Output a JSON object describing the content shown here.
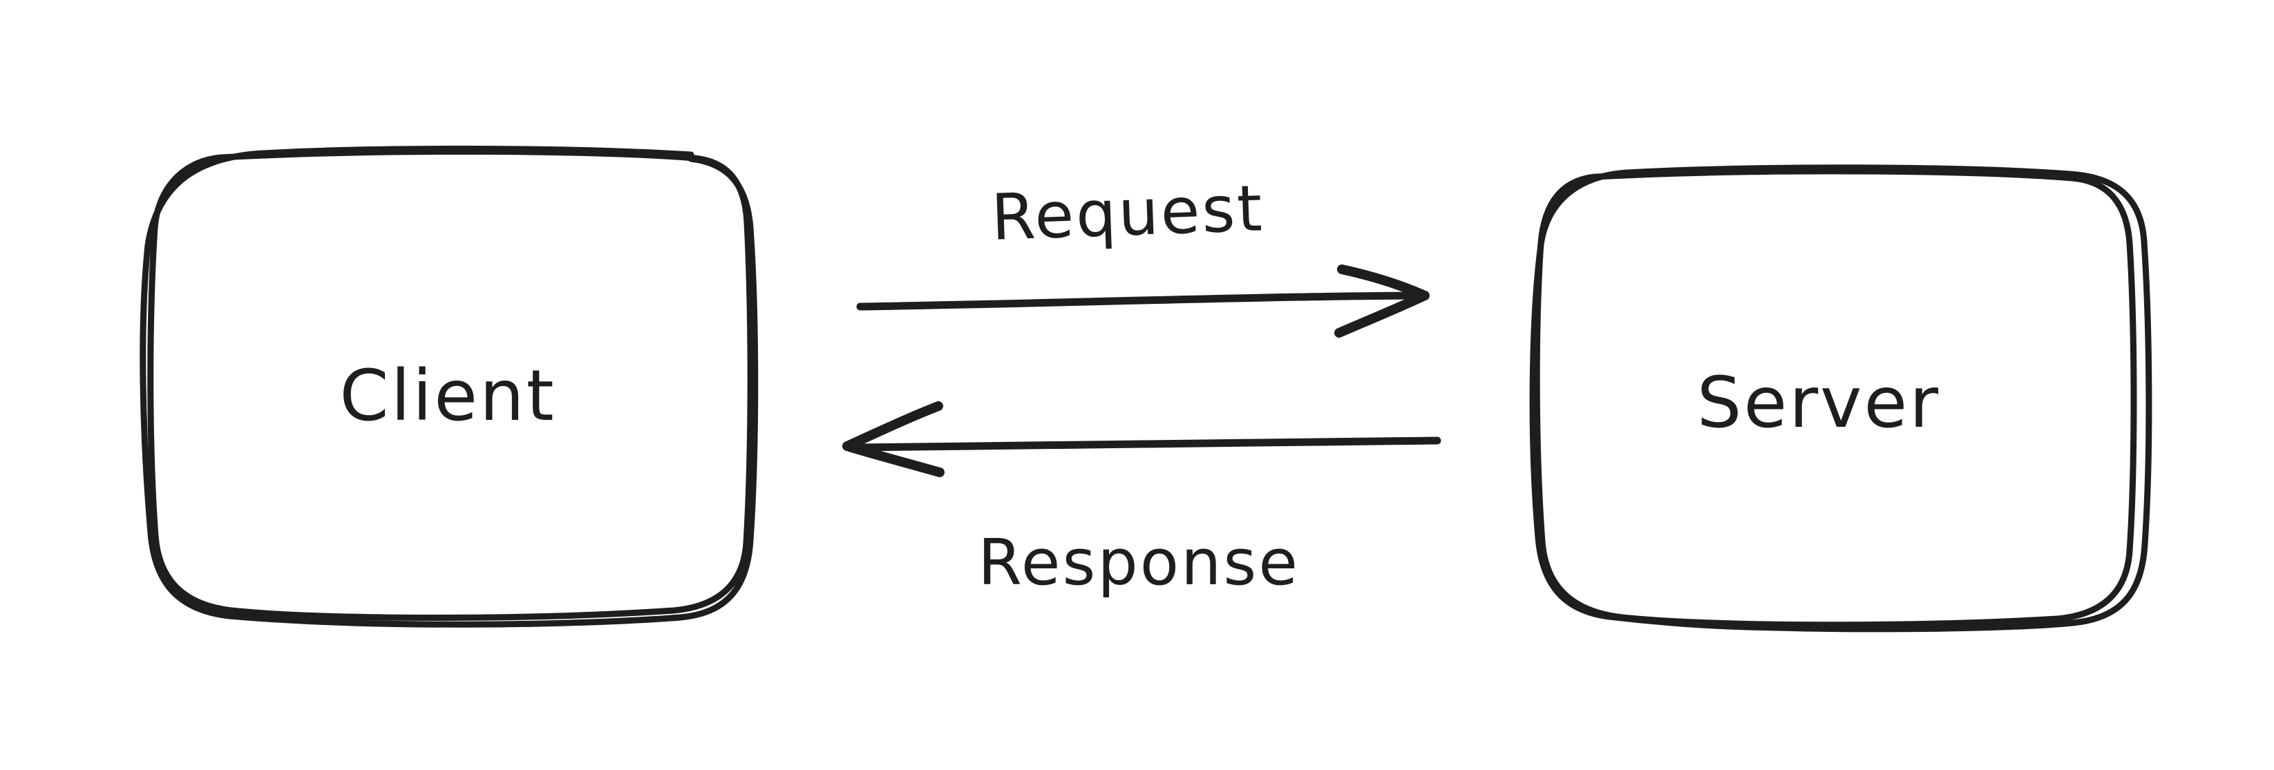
{
  "diagram": {
    "colors": {
      "ink": "#1e1e1e",
      "background": "#ffffff"
    },
    "nodes": [
      {
        "id": "client",
        "label": "Client"
      },
      {
        "id": "server",
        "label": "Server"
      }
    ],
    "edges": [
      {
        "id": "request",
        "label": "Request",
        "from": "client",
        "to": "server",
        "direction": "right"
      },
      {
        "id": "response",
        "label": "Response",
        "from": "server",
        "to": "client",
        "direction": "left"
      }
    ]
  }
}
